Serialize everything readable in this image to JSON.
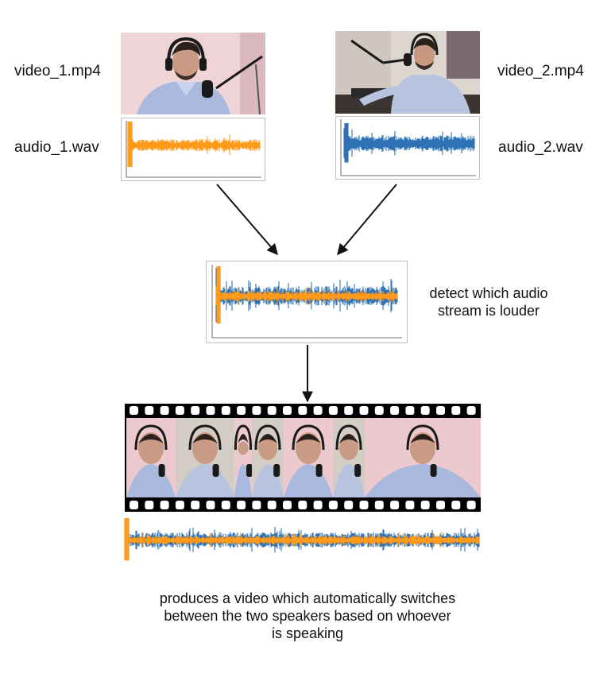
{
  "inputs": {
    "video_1": {
      "label": "video_1.mp4",
      "thumbnail": "speaker-1-headphones-mic-photo"
    },
    "audio_1": {
      "label": "audio_1.wav",
      "waveform_color": "#ff9a1a"
    },
    "video_2": {
      "label": "video_2.mp4",
      "thumbnail": "speaker-2-desk-mic-photo"
    },
    "audio_2": {
      "label": "audio_2.wav",
      "waveform_color": "#2f72b5"
    }
  },
  "compare_step": {
    "label_lines": [
      "detect which audio",
      "stream is louder"
    ]
  },
  "output": {
    "filmstrip_frames": [
      "speaker-1",
      "speaker-2",
      "speaker-1",
      "speaker-2",
      "speaker-1",
      "speaker-2",
      "speaker-1"
    ],
    "caption_lines": [
      "produces a video which automatically switches",
      "between the two speakers based on whoever",
      "is speaking"
    ]
  },
  "colors": {
    "speaker_1": "#ff9a1a",
    "speaker_2": "#2f72b5",
    "arrow": "#111111",
    "film": "#000000"
  }
}
